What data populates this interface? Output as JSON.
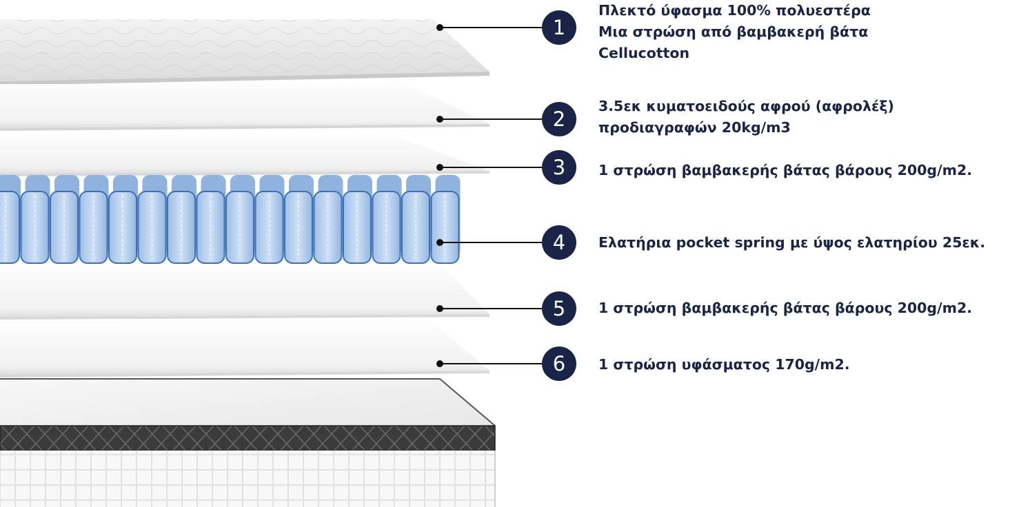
{
  "colors": {
    "badge": "#1a2447",
    "text": "#1a2447",
    "line": "#111111",
    "spring_blue": "#b9d2ef",
    "spring_edge": "#3d6fb2",
    "cover_grey": "#e4e4e4",
    "border_dark": "#3a3a3a"
  },
  "layers": [
    {
      "number": "1",
      "lines": [
        "Πλεκτό ύφασμα 100% πολυεστέρα",
        "Μια στρώση από βαμβακερή βάτα",
        "Cellucotton"
      ]
    },
    {
      "number": "2",
      "lines": [
        "3.5εκ κυματοειδούς αφρού (αφρολέξ)",
        "προδιαγραφών 20kg/m3"
      ]
    },
    {
      "number": "3",
      "lines": [
        "1 στρώση βαμβακερής βάτας βάρους 200g/m2."
      ]
    },
    {
      "number": "4",
      "lines": [
        "Ελατήρια pocket spring με ύψος ελατηρίου 25εκ."
      ]
    },
    {
      "number": "5",
      "lines": [
        "1 στρώση βαμβακερής βάτας βάρους 200g/m2."
      ]
    },
    {
      "number": "6",
      "lines": [
        "1 στρώση υφάσματος 170g/m2."
      ]
    }
  ]
}
